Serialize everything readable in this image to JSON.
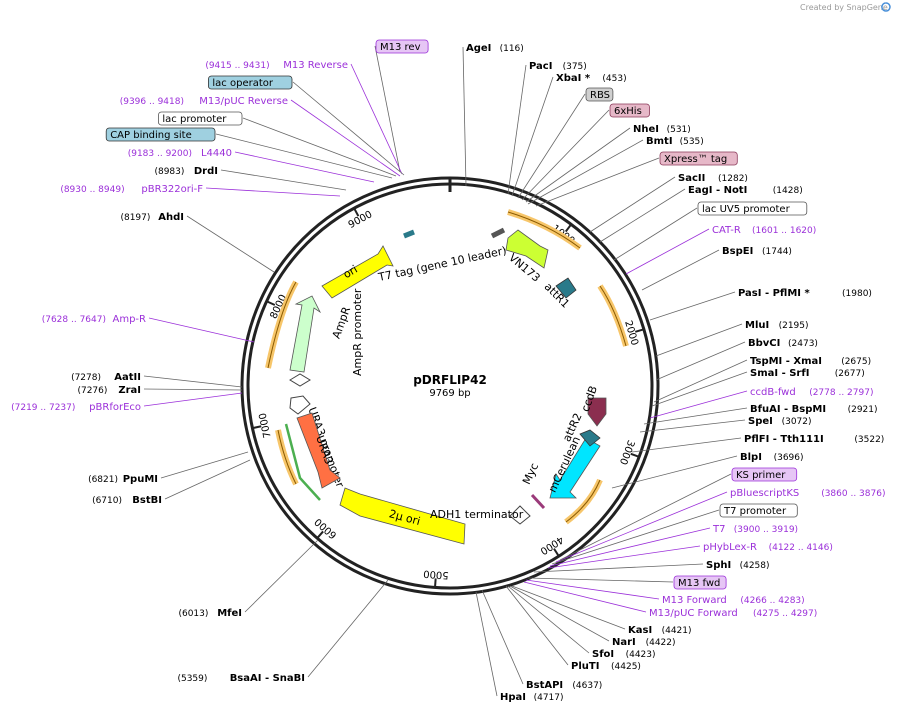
{
  "credit": "Created by SnapGene",
  "plasmid": {
    "name": "pDRFLIP42",
    "length": "9769 bp",
    "total_bp": 9769
  },
  "colors": {
    "enzyme": "#000000",
    "primer": "#9b30d9",
    "backbone": "#222222",
    "ori": "#ffff00",
    "ampr": "#ccffcc",
    "ura3": "#ff7043",
    "vn173": "#ccff33",
    "ccdb": "#8b2e4f",
    "mcerulean": "#00e5ff",
    "attr": "#2a7a8a",
    "rnd_orange": "#f7c66a"
  },
  "ticks": [
    "1000",
    "2000",
    "3000",
    "4000",
    "5000",
    "6000",
    "7000",
    "8000",
    "9000"
  ],
  "labels": [
    {
      "id": "m13rev-box",
      "text": "M13 rev",
      "pos": "",
      "kind": "primerbox"
    },
    {
      "id": "m13-reverse",
      "text": "M13 Reverse",
      "pos": "(9415 .. 9431)",
      "kind": "primer"
    },
    {
      "id": "lac-operator",
      "text": "lac operator",
      "pos": "",
      "kind": "blue"
    },
    {
      "id": "m13puc-reverse",
      "text": "M13/pUC Reverse",
      "pos": "(9396 .. 9418)",
      "kind": "primer"
    },
    {
      "id": "lac-promoter",
      "text": "lac promoter",
      "pos": "",
      "kind": "white"
    },
    {
      "id": "cap-binding",
      "text": "CAP binding site",
      "pos": "",
      "kind": "blue"
    },
    {
      "id": "l4440",
      "text": "L4440",
      "pos": "(9183 .. 9200)",
      "kind": "primer"
    },
    {
      "id": "drdi",
      "text": "DrdI",
      "pos": "(8983)",
      "kind": "enzyme"
    },
    {
      "id": "pbr322ori",
      "text": "pBR322ori-F",
      "pos": "(8930 .. 8949)",
      "kind": "primer"
    },
    {
      "id": "ahdi",
      "text": "AhdI",
      "pos": "(8197)",
      "kind": "enzyme"
    },
    {
      "id": "amp-r",
      "text": "Amp-R",
      "pos": "(7628 .. 7647)",
      "kind": "primer"
    },
    {
      "id": "aatii",
      "text": "AatII",
      "pos": "(7278)",
      "kind": "enzyme"
    },
    {
      "id": "zrai",
      "text": "ZraI",
      "pos": "(7276)",
      "kind": "enzyme"
    },
    {
      "id": "pbrforeco",
      "text": "pBRforEco",
      "pos": "(7219 .. 7237)",
      "kind": "primer"
    },
    {
      "id": "ppumi",
      "text": "PpuMI",
      "pos": "(6821)",
      "kind": "enzyme"
    },
    {
      "id": "bstbi",
      "text": "BstBI",
      "pos": "(6710)",
      "kind": "enzyme"
    },
    {
      "id": "mfei",
      "text": "MfeI",
      "pos": "(6013)",
      "kind": "enzyme"
    },
    {
      "id": "bsaai",
      "text": "BsaAI  - SnaBI",
      "pos": "(5359)",
      "kind": "enzyme"
    },
    {
      "id": "hpai",
      "text": "HpaI",
      "pos": "(4717)",
      "kind": "enzyme"
    },
    {
      "id": "bstapi",
      "text": "BstAPI",
      "pos": "(4637)",
      "kind": "enzyme"
    },
    {
      "id": "pluti",
      "text": "PluTI",
      "pos": "(4425)",
      "kind": "enzyme"
    },
    {
      "id": "sfoi",
      "text": "SfoI",
      "pos": "(4423)",
      "kind": "enzyme"
    },
    {
      "id": "nari",
      "text": "NarI",
      "pos": "(4422)",
      "kind": "enzyme"
    },
    {
      "id": "kasi",
      "text": "KasI",
      "pos": "(4421)",
      "kind": "enzyme"
    },
    {
      "id": "m13puc-forward",
      "text": "M13/pUC Forward",
      "pos": "(4275 .. 4297)",
      "kind": "primer"
    },
    {
      "id": "m13-forward",
      "text": "M13 Forward",
      "pos": "(4266 .. 4283)",
      "kind": "primer"
    },
    {
      "id": "m13fwd-box",
      "text": "M13 fwd",
      "pos": "",
      "kind": "primerbox"
    },
    {
      "id": "sphi",
      "text": "SphI",
      "pos": "(4258)",
      "kind": "enzyme"
    },
    {
      "id": "phyblex-r",
      "text": "pHybLex-R",
      "pos": "(4122 .. 4146)",
      "kind": "primer"
    },
    {
      "id": "t7",
      "text": "T7",
      "pos": "(3900 .. 3919)",
      "kind": "primer"
    },
    {
      "id": "t7-promoter",
      "text": "T7 promoter",
      "pos": "",
      "kind": "white"
    },
    {
      "id": "pbluescriptks",
      "text": "pBluescriptKS",
      "pos": "(3860 .. 3876)",
      "kind": "primer"
    },
    {
      "id": "ks-primer",
      "text": "KS primer",
      "pos": "",
      "kind": "primerbox"
    },
    {
      "id": "blpi",
      "text": "BlpI",
      "pos": "(3696)",
      "kind": "enzyme"
    },
    {
      "id": "pflfi",
      "text": "PflFI  - Tth111I",
      "pos": "(3522)",
      "kind": "enzyme"
    },
    {
      "id": "spei",
      "text": "SpeI",
      "pos": "(3072)",
      "kind": "enzyme"
    },
    {
      "id": "bfuai",
      "text": "BfuAI  - BspMI",
      "pos": "(2921)",
      "kind": "enzyme"
    },
    {
      "id": "ccdb-fwd",
      "text": "ccdB-fwd",
      "pos": "(2778 .. 2797)",
      "kind": "primer"
    },
    {
      "id": "smai",
      "text": "SmaI  - SrfI",
      "pos": "(2677)",
      "kind": "enzyme"
    },
    {
      "id": "tspmi",
      "text": "TspMI  - XmaI",
      "pos": "(2675)",
      "kind": "enzyme"
    },
    {
      "id": "bbvci",
      "text": "BbvCI",
      "pos": "(2473)",
      "kind": "enzyme"
    },
    {
      "id": "mlui",
      "text": "MluI",
      "pos": "(2195)",
      "kind": "enzyme"
    },
    {
      "id": "pasi",
      "text": "PasI  - PflMI *",
      "pos": "(1980)",
      "kind": "enzyme"
    },
    {
      "id": "bspei",
      "text": "BspEI",
      "pos": "(1744)",
      "kind": "enzyme"
    },
    {
      "id": "cat-r",
      "text": "CAT-R",
      "pos": "(1601 .. 1620)",
      "kind": "primer"
    },
    {
      "id": "lacuv5",
      "text": "lac UV5 promoter",
      "pos": "",
      "kind": "white"
    },
    {
      "id": "eagi",
      "text": "EagI  - NotI",
      "pos": "(1428)",
      "kind": "enzyme"
    },
    {
      "id": "sacii",
      "text": "SacII",
      "pos": "(1282)",
      "kind": "enzyme"
    },
    {
      "id": "xpress",
      "text": "Xpress™ tag",
      "pos": "",
      "kind": "pink"
    },
    {
      "id": "bmti",
      "text": "BmtI",
      "pos": "(535)",
      "kind": "enzyme"
    },
    {
      "id": "nhei",
      "text": "NheI",
      "pos": "(531)",
      "kind": "enzyme"
    },
    {
      "id": "6xhis",
      "text": "6xHis",
      "pos": "",
      "kind": "pink"
    },
    {
      "id": "rbs",
      "text": "RBS",
      "pos": "",
      "kind": "gray"
    },
    {
      "id": "xbai",
      "text": "XbaI *",
      "pos": "(453)",
      "kind": "enzyme"
    },
    {
      "id": "paci",
      "text": "PacI",
      "pos": "(375)",
      "kind": "enzyme"
    },
    {
      "id": "agei",
      "text": "AgeI",
      "pos": "(116)",
      "kind": "enzyme"
    }
  ],
  "features": [
    {
      "id": "ori",
      "text": "ori"
    },
    {
      "id": "ampr",
      "text": "AmpR"
    },
    {
      "id": "ampr-promoter",
      "text": "AmpR promoter"
    },
    {
      "id": "ura3-promoter",
      "text": "URA3 promoter"
    },
    {
      "id": "ura3",
      "text": "URA3"
    },
    {
      "id": "2u-ori",
      "text": "2μ ori"
    },
    {
      "id": "adh1",
      "text": "ADH1 terminator"
    },
    {
      "id": "myc",
      "text": "Myc"
    },
    {
      "id": "mcerulean",
      "text": "mCerulean"
    },
    {
      "id": "attr2",
      "text": "attR2"
    },
    {
      "id": "ccdb",
      "text": "ccdB"
    },
    {
      "id": "attr1",
      "text": "attR1"
    },
    {
      "id": "vn173",
      "text": "VN173"
    },
    {
      "id": "t7tag",
      "text": "T7 tag (gene 10 leader)"
    }
  ]
}
